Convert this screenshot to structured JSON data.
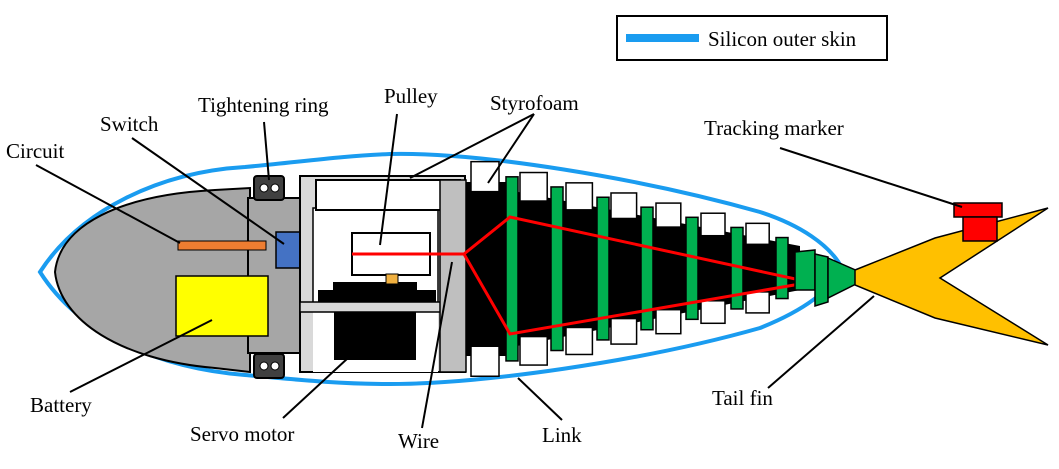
{
  "legend": {
    "label": "Silicon  outer skin",
    "color": "#1a9cf0"
  },
  "labels": {
    "circuit": "Circuit",
    "switch": "Switch",
    "tightening_ring": "Tightening ring",
    "pulley": "Pulley",
    "styrofoam": "Styrofoam",
    "tracking_marker": "Tracking marker",
    "battery": "Battery",
    "servo_motor": "Servo motor",
    "wire": "Wire",
    "link": "Link",
    "tail_fin": "Tail fin"
  },
  "colors": {
    "skin": "#1a9cf0",
    "head": "#a6a6a6",
    "battery": "#ffff00",
    "circuit": "#ed7d31",
    "switch": "#4472c4",
    "link": "#00b050",
    "wire": "#ff0000",
    "tail_fin": "#ffc000",
    "marker": "#ff0000",
    "styrofoam": "#ffffff",
    "body_core": "#000000"
  }
}
